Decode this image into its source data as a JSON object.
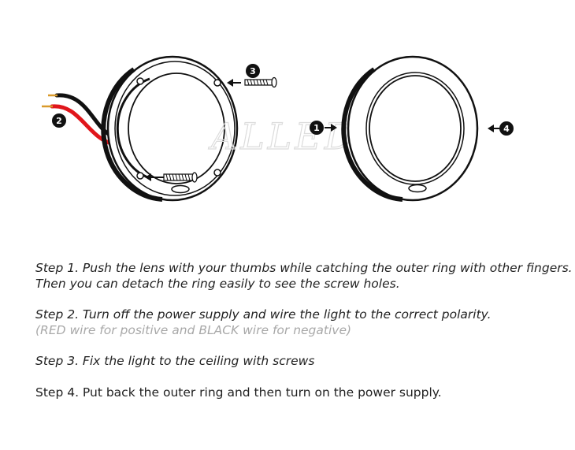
{
  "watermark": "ALLED",
  "callouts": {
    "c1": "1",
    "c2": "2",
    "c3": "3",
    "c4": "4"
  },
  "steps": {
    "step1_line1": "Step 1. Push the lens with your thumbs while catching the outer ring with other fingers.",
    "step1_line2": "Then you can detach the ring easily to see the screw holes.",
    "step2_line1": "Step 2. Turn off the power supply and wire the light to the correct polarity.",
    "step2_note": "(RED wire for positive and BLACK wire for negative)",
    "step3": "Step 3. Fix the light to the ceiling with screws",
    "step4": "Step 4. Put back the outer ring and then turn on the power supply."
  },
  "colors": {
    "wire_positive": "#e0161b",
    "wire_negative": "#111111",
    "wire_tip": "#d99a2b",
    "note_text": "#a8a8a8"
  }
}
